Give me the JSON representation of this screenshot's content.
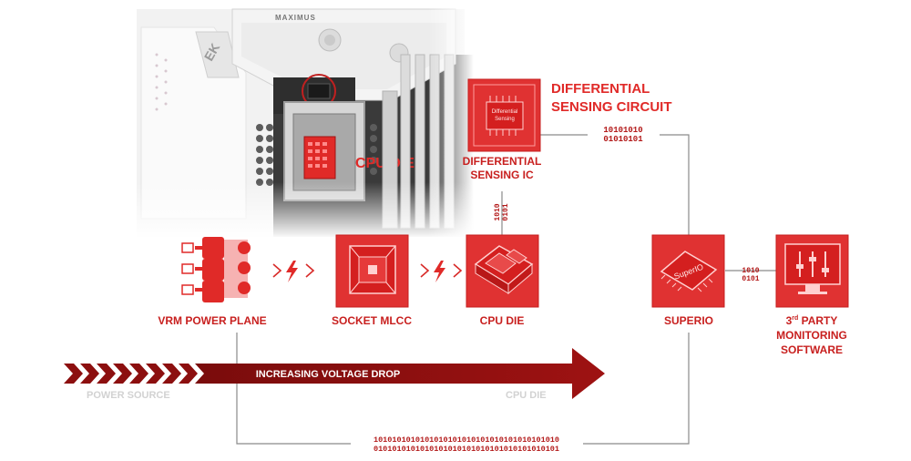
{
  "board": {
    "brand_text": "MAXIMUS",
    "cpu_die_overlay": "CPU DIE"
  },
  "circuit": {
    "title_line1": "DIFFERENTIAL",
    "title_line2": "SENSING CIRCUIT",
    "chip_label_line1": "Differential",
    "chip_label_line2": "Sensing"
  },
  "nodes": {
    "sensing_ic": {
      "line1": "DIFFERENTIAL",
      "line2": "SENSING IC"
    },
    "vrm": {
      "label": "VRM POWER PLANE"
    },
    "socket": {
      "label": "SOCKET MLCC"
    },
    "cpu_die": {
      "label": "CPU DIE"
    },
    "superio": {
      "label": "SUPERIO",
      "chip_text": "SuperIO"
    },
    "monitor": {
      "line1_base": "3",
      "line1_sup": "rd",
      "line1_rest": " PARTY",
      "line2": "MONITORING",
      "line3": "SOFTWARE"
    }
  },
  "binary": {
    "vertical_top": "1010",
    "vertical_bottom": "0101",
    "top_right_1": "10101010",
    "top_right_2": "01010101",
    "right_1": "1010",
    "right_2": "0101",
    "bottom_1": "1010101010101010101010101010101010101010",
    "bottom_2": "0101010101010101010101010101010101010101"
  },
  "arrow": {
    "label": "INCREASING VOLTAGE DROP",
    "start_label": "POWER SOURCE",
    "end_label": "CPU DIE"
  },
  "colors": {
    "accent_red": "#e02a28",
    "dark_red": "#8f1010",
    "box_bg": "#e03232",
    "grey_line": "#8a8a8a",
    "light_grey_text": "#d2d2d2"
  }
}
